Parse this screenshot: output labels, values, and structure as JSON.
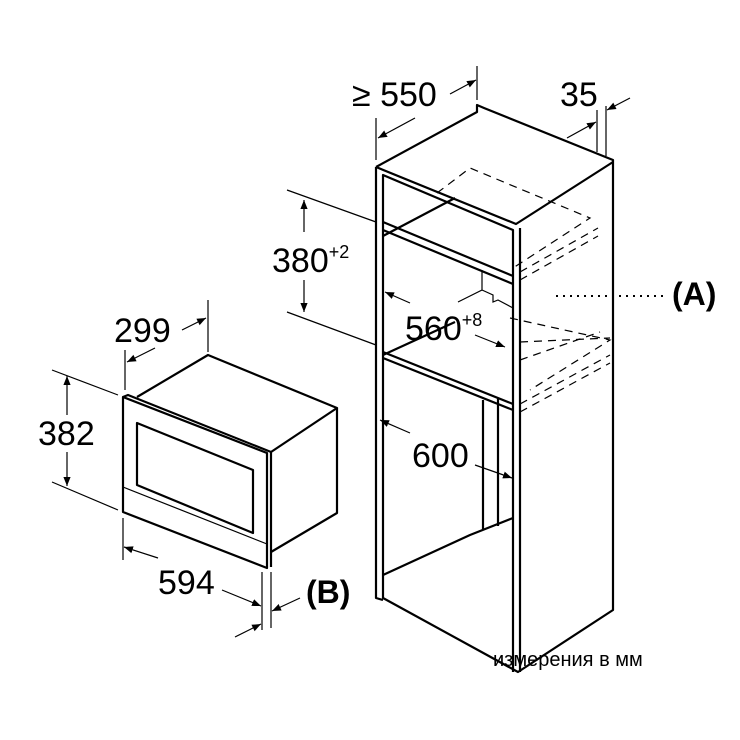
{
  "dimensions": {
    "niche_depth": "≥ 550",
    "cabinet_offset": "35",
    "niche_height": "380",
    "niche_height_tol": "+2",
    "niche_width": "560",
    "niche_width_tol": "+8",
    "cabinet_width": "600",
    "device_depth": "299",
    "device_height": "382",
    "device_width": "594"
  },
  "labels": {
    "a": "(A)",
    "b": "(B)",
    "units_note": "измерения в мм"
  }
}
